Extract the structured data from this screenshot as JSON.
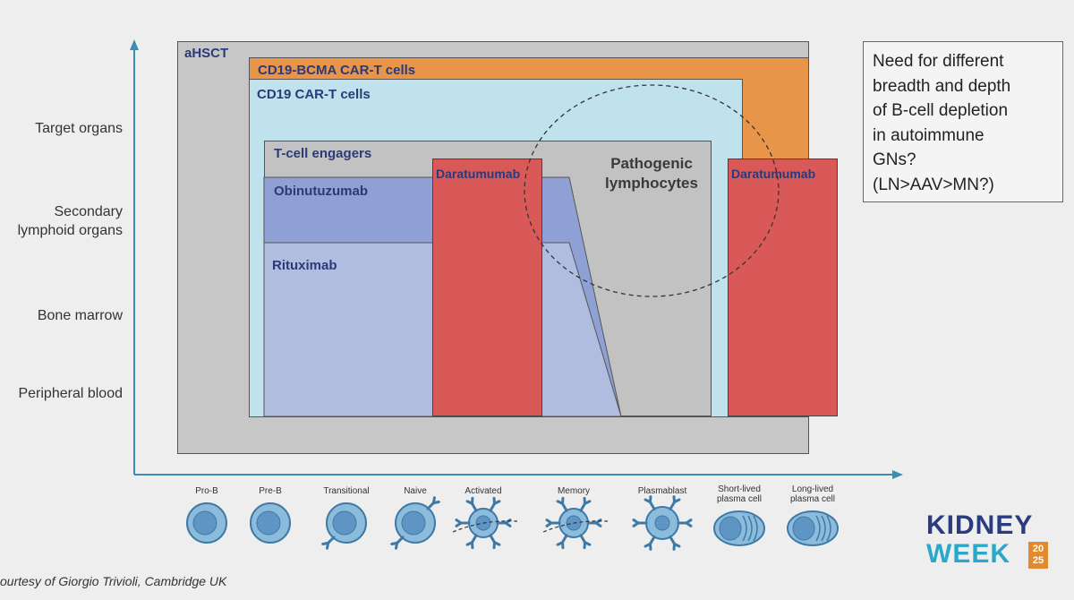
{
  "y_axis_labels": {
    "target_organs": "Target organs",
    "secondary_line1": "Secondary",
    "secondary_line2": "lymphoid organs",
    "bone_marrow": "Bone marrow",
    "peripheral_blood": "Peripheral blood"
  },
  "boxes": {
    "ahsct": "aHSCT",
    "cd19_bcma": "CD19-BCMA CAR-T cells",
    "cd19": "CD19 CAR-T cells",
    "tcell_engagers": "T-cell engagers",
    "obinutuzumab": "Obinutuzumab",
    "rituximab": "Rituximab",
    "daratumumab_1": "Daratumumab",
    "daratumumab_2": "Daratumumab"
  },
  "pathogenic": {
    "line1": "Pathogenic",
    "line2": "lymphocytes"
  },
  "cell_stages": [
    {
      "line1": "Pro-B",
      "line2": ""
    },
    {
      "line1": "Pre-B",
      "line2": ""
    },
    {
      "line1": "Transitional",
      "line2": ""
    },
    {
      "line1": "Naive",
      "line2": ""
    },
    {
      "line1": "Activated",
      "line2": ""
    },
    {
      "line1": "Memory",
      "line2": ""
    },
    {
      "line1": "Plasmablast",
      "line2": ""
    },
    {
      "line1": "Short-lived",
      "line2": "plasma cell"
    },
    {
      "line1": "Long-lived",
      "line2": "plasma cell"
    }
  ],
  "callout": {
    "line1": "Need for different",
    "line2": "breadth and depth",
    "line3": "of B-cell depletion",
    "line4": "in autoimmune",
    "line5": "GNs?",
    "line6": "(LN>AAV>MN?)"
  },
  "credit": "ourtesy of Giorgio Trivioli, Cambridge UK",
  "logo": {
    "word1": "KIDNEY",
    "word2": "WEEK",
    "year_top": "20",
    "year_bottom": "25"
  },
  "colors": {
    "axis": "#3a8fb0",
    "ahsct_fill": "#c7c7c7",
    "cd19_bcma_fill": "#e8954a",
    "cd19_fill": "#bfe2ec",
    "tcell_fill": "#c2c2c2",
    "obinutuzumab_fill": "#8ea0d4",
    "rituximab_fill": "#b0bde0",
    "daratumumab_fill": "#d85957",
    "cell_fill": "#8cbcdc",
    "cell_stroke": "#3f79a6"
  }
}
